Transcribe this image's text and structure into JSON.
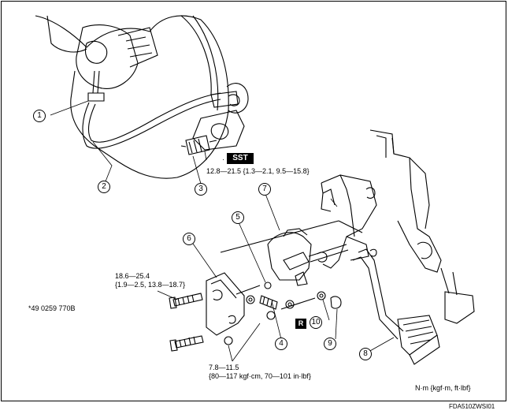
{
  "callouts": [
    "1",
    "2",
    "3",
    "4",
    "5",
    "6",
    "7",
    "8",
    "9",
    "10"
  ],
  "torque_booster": "12.8—21.5 {1.3—2.1, 9.5—15.8}",
  "torque_bracket_line1": "18.6—25.4",
  "torque_bracket_line2": "{1.9—2.5, 13.8—18.7}",
  "torque_nut_line1": "7.8—11.5",
  "torque_nut_line2": "{80—117 kgf·cm, 70—101 in·lbf}",
  "sst_badge": "SST",
  "sst_bullet": "·",
  "replace_badge": "R",
  "tool_number": "*49 0259 770B",
  "units": "N·m {kgf·m, ft·lbf}",
  "figure_code": "FDA510ZWSI01",
  "colors": {
    "line": "#000000",
    "badge_bg": "#000000",
    "badge_fg": "#ffffff"
  }
}
